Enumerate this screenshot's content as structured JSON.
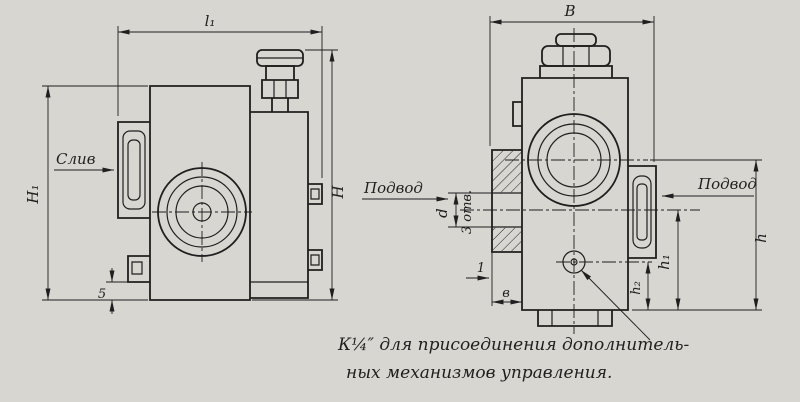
{
  "page": {
    "background": "#d8d6d1",
    "ink": "#1f1f1f"
  },
  "left_view": {
    "dim_l1": "l₁",
    "dim_H1": "H₁",
    "dim_H": "H",
    "dim_5": "5",
    "port_label": "Слив"
  },
  "right_view": {
    "dim_B": "B",
    "dim_d": "d",
    "holes_note": "3 отв.",
    "port_label_left": "Подвод",
    "port_label_right": "Подвод",
    "dim_h": "h",
    "dim_h1": "h₁",
    "dim_h2": "h₂",
    "dim_1": "1",
    "dim_v": "в"
  },
  "note": {
    "line1": "К¼″ для присоединения дополнитель-",
    "line2": "ных механизмов управления."
  }
}
